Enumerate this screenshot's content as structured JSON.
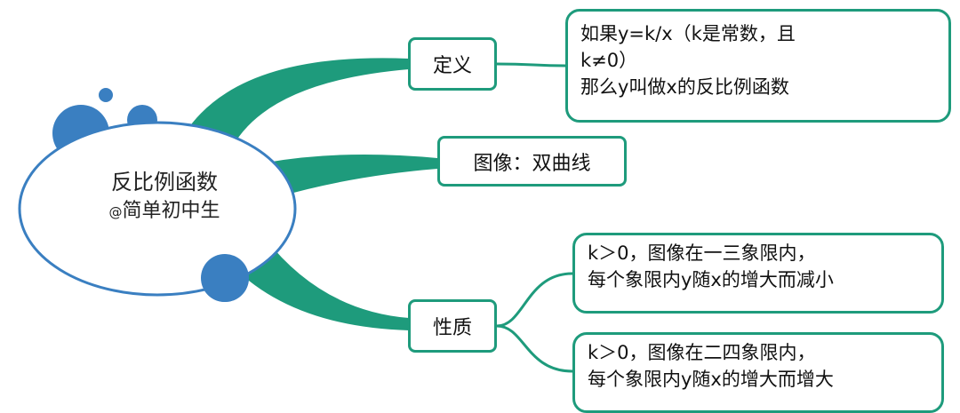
{
  "colors": {
    "branch": "#1e9b7c",
    "bubble": "#3a7fc1",
    "ellipse_border": "#3a7fc1"
  },
  "center": {
    "title": "反比例函数",
    "at": "@",
    "subtitle": "简单初中生"
  },
  "branches": {
    "definition": {
      "label": "定义",
      "detail": [
        "如果y=k/x（k是常数，且",
        "k≠0）",
        "那么y叫做x的反比例函数"
      ]
    },
    "graph": {
      "label": "图像：双曲线"
    },
    "properties": {
      "label": "性质",
      "items": [
        [
          "k＞0，图像在一三象限内，",
          "每个象限内y随x的增大而减小"
        ],
        [
          "k＞0，图像在二四象限内，",
          "每个象限内y随x的增大而增大"
        ]
      ]
    }
  }
}
